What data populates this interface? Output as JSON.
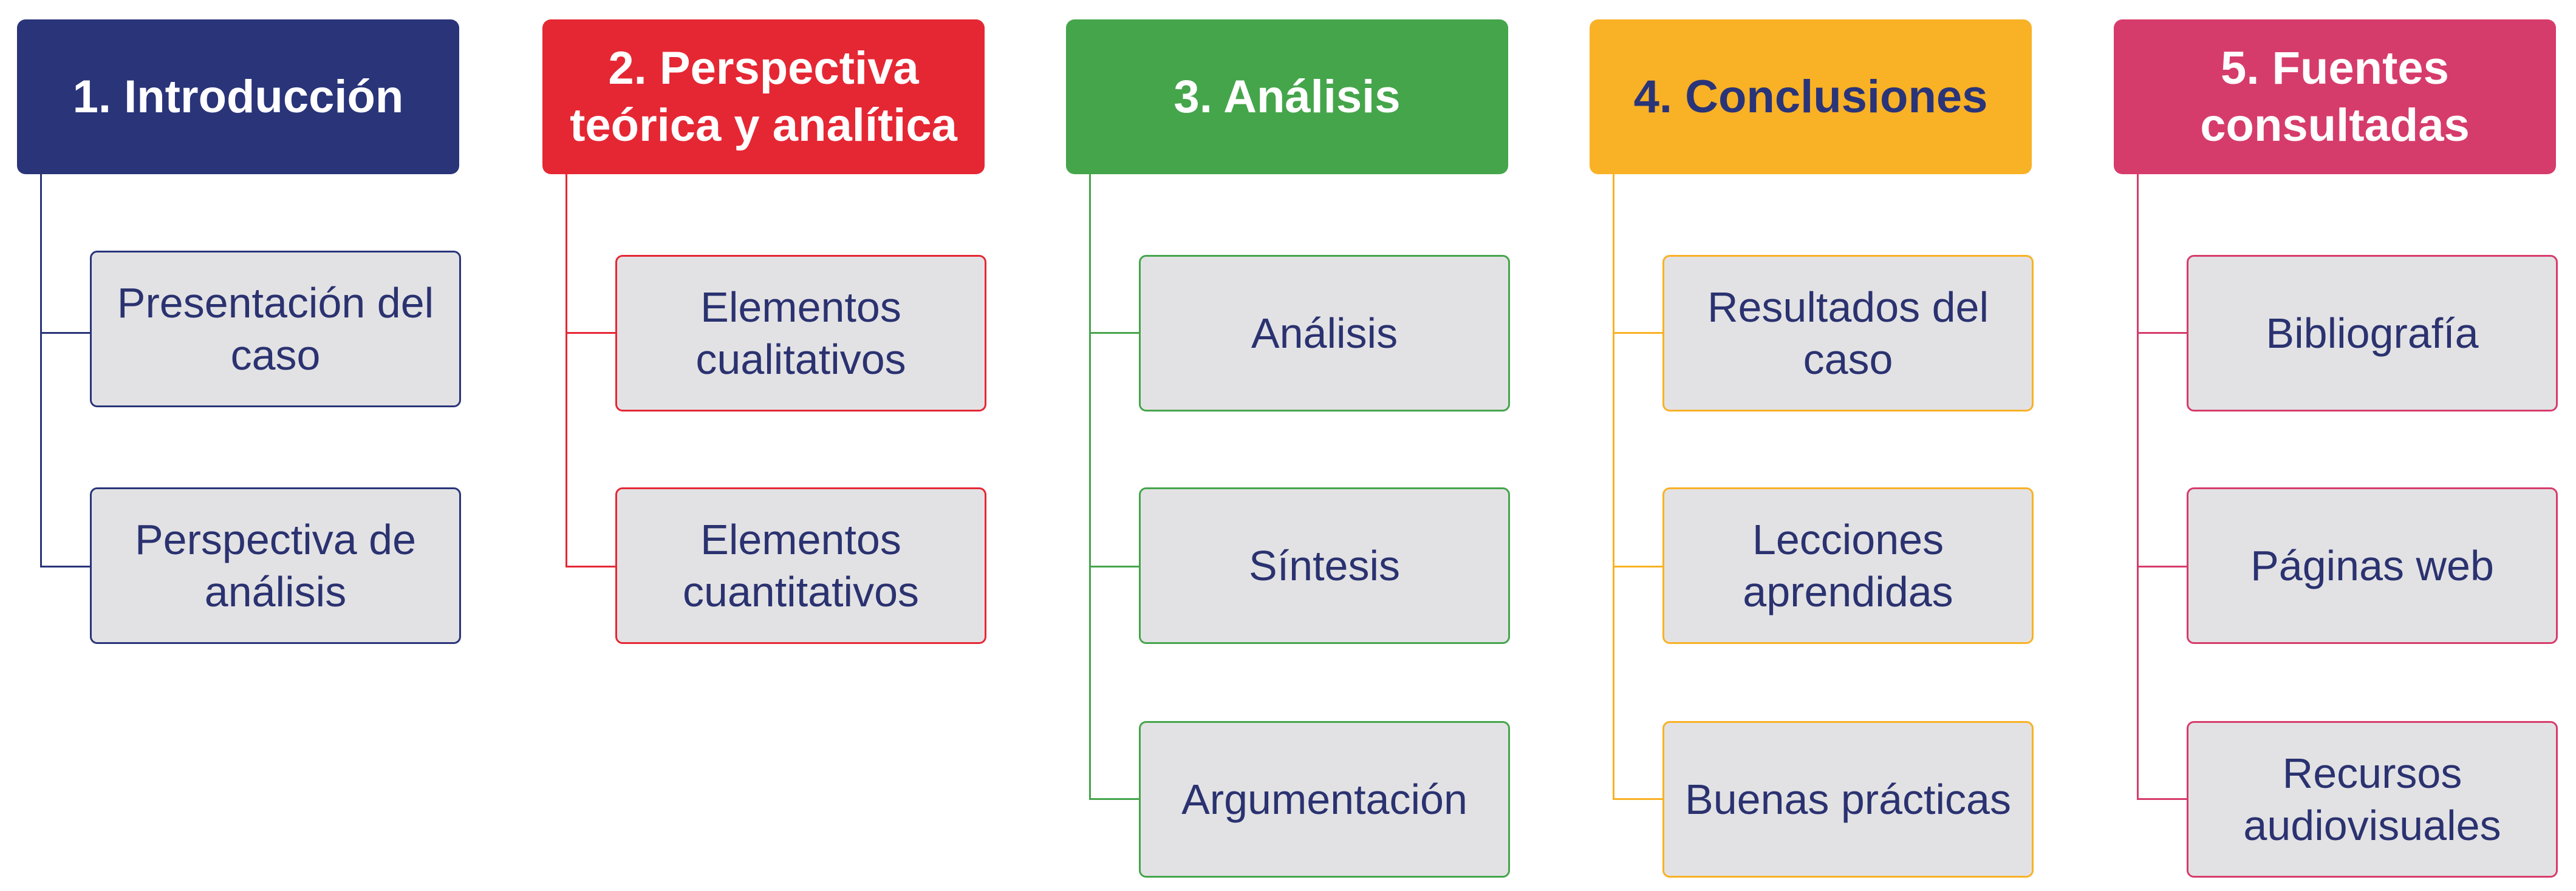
{
  "columns": [
    {
      "header": "1. Introducción",
      "color": "#293479",
      "header_text_color": "#ffffff",
      "items": [
        "Presentación del caso",
        "Perspectiva de análisis"
      ]
    },
    {
      "header": "2. Perspectiva teórica y analítica",
      "color": "#e52734",
      "header_text_color": "#ffffff",
      "items": [
        "Elementos cualitativos",
        "Elementos cuantitativos"
      ]
    },
    {
      "header": "3. Análisis",
      "color": "#45a54b",
      "header_text_color": "#ffffff",
      "items": [
        "Análisis",
        "Síntesis",
        "Argumentación"
      ]
    },
    {
      "header": "4. Conclusiones",
      "color": "#f9b125",
      "header_text_color": "#293479",
      "items": [
        "Resultados del caso",
        "Lecciones aprendidas",
        "Buenas prácticas"
      ]
    },
    {
      "header": "5. Fuentes consultadas",
      "color": "#d63c6b",
      "header_text_color": "#ffffff",
      "items": [
        "Bibliografía",
        "Páginas web",
        "Recursos audiovisuales"
      ]
    }
  ]
}
